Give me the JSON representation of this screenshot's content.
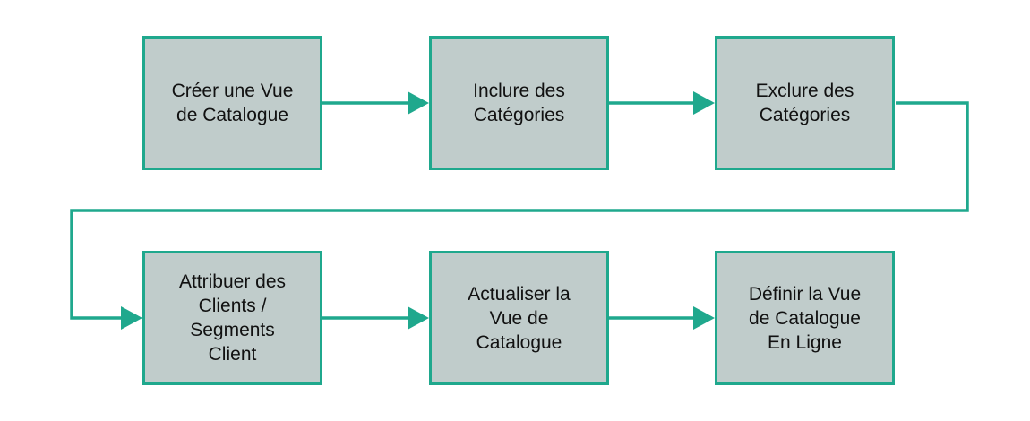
{
  "colors": {
    "box_fill": "#c0cccb",
    "box_border": "#1fa88d",
    "connector": "#1fa88d",
    "text": "#111111"
  },
  "flow": {
    "steps": [
      {
        "label": "Créer une Vue\nde Catalogue"
      },
      {
        "label": "Inclure des\nCatégories"
      },
      {
        "label": "Exclure des\nCatégories"
      },
      {
        "label": "Attribuer des\nClients /\nSegments\nClient"
      },
      {
        "label": "Actualiser la\nVue de\nCatalogue"
      },
      {
        "label": "Définir la Vue\nde Catalogue\nEn Ligne"
      }
    ]
  }
}
